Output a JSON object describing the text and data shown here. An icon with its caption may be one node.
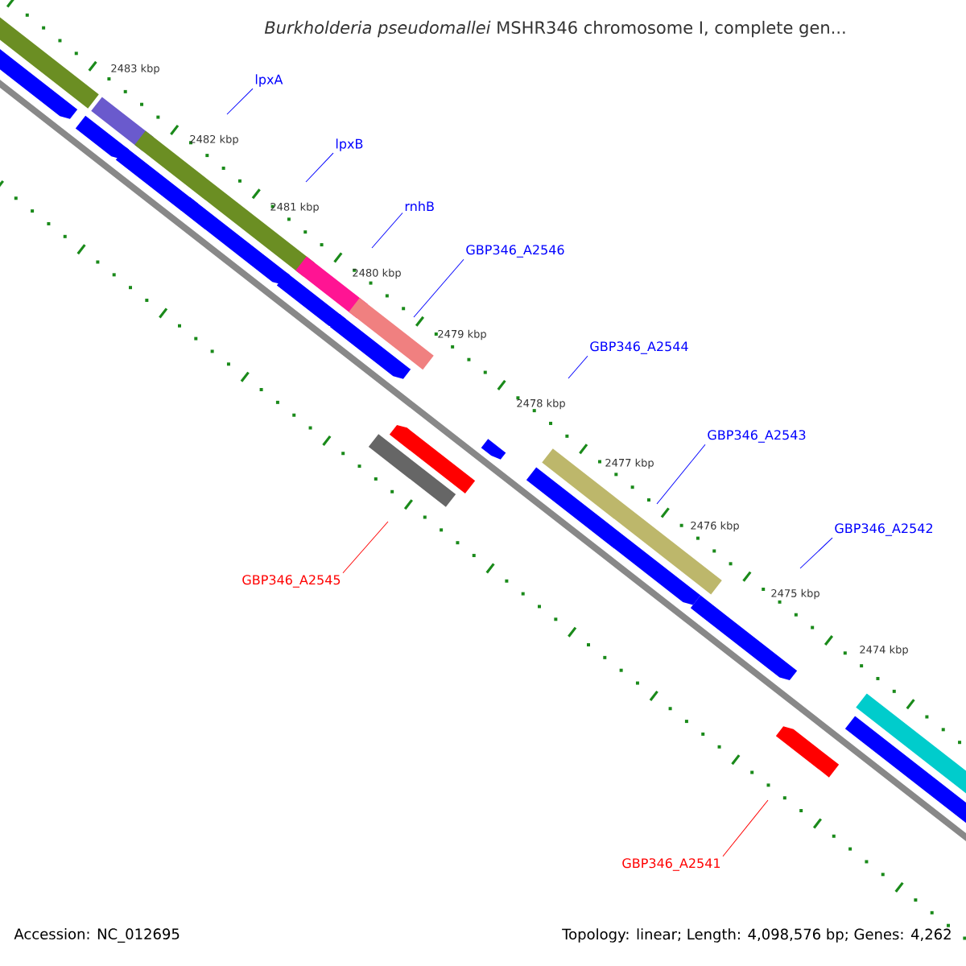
{
  "diagram": {
    "title": "*Burkholderia pseudomallei* MSHR346 chromosome I, complete gen...",
    "nodes": [
      {
        "text": [
          "lpxA"
        ]
      },
      {
        "text": [
          "lpxB"
        ]
      },
      {
        "text": [
          "rnhB"
        ]
      },
      {
        "text": [
          "GBP346_A2546"
        ]
      },
      {
        "text": [
          "GBP346_A2544"
        ]
      },
      {
        "text": [
          "GBP346_A2543"
        ]
      },
      {
        "text": [
          "GBP346_A2542"
        ]
      },
      {
        "text": [
          "GBP346_A2545"
        ]
      },
      {
        "text": [
          "GBP346_A2541"
        ]
      }
    ],
    "edges": [
      {
        "from": 0,
        "to": null,
        "arrow": "none"
      },
      {
        "from": 1,
        "to": null,
        "arrow": "none"
      },
      {
        "from": 2,
        "to": null,
        "arrow": "none"
      },
      {
        "from": 3,
        "to": null,
        "arrow": "none"
      },
      {
        "from": 4,
        "to": null,
        "arrow": "none"
      },
      {
        "from": 5,
        "to": null,
        "arrow": "none"
      },
      {
        "from": 6,
        "to": null,
        "arrow": "none"
      },
      {
        "from": 7,
        "to": null,
        "arrow": "none",
        "color": "#ff0000"
      },
      {
        "from": 8,
        "to": null,
        "arrow": "none",
        "color": "#ff0000"
      }
    ],
    "labels": [
      "2483 kbp",
      "2482 kbp",
      "2481 kbp",
      "2480 kbp",
      "2479 kbp",
      "2478 kbp",
      "2477 kbp",
      "2476 kbp",
      "2475 kbp",
      "2474 kbp",
      "Accession: NC_012695",
      "Topology: linear; Length: 4,098,576 bp; Genes: 4,262"
    ]
  }
}
